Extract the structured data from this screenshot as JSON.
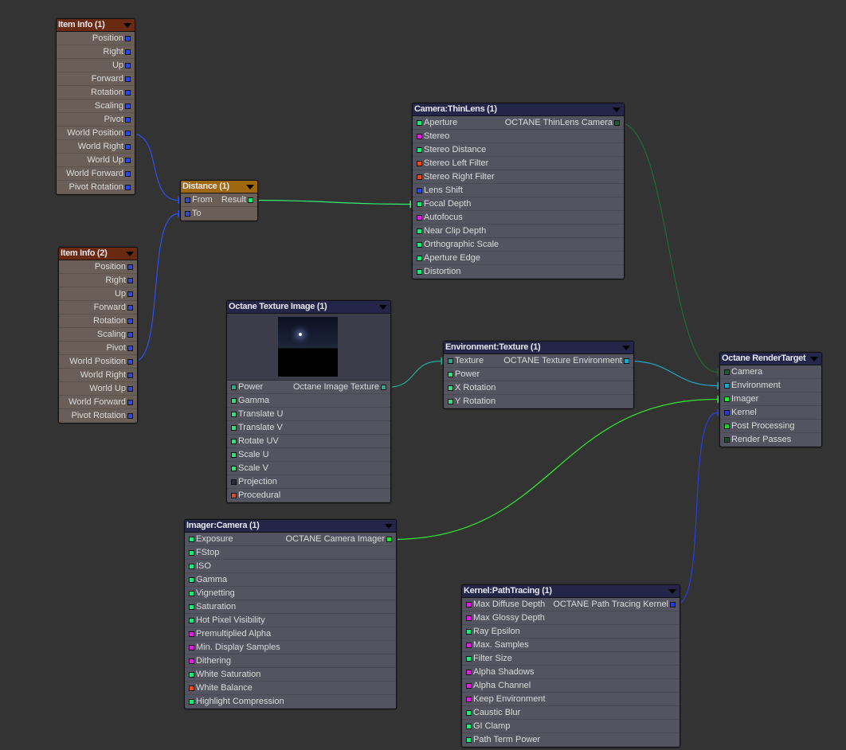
{
  "port_colors": {
    "float": "#22e878",
    "bool": "#e020e0",
    "vector": "#2a4ae8",
    "texture": "#e84a1a",
    "proj": "#2a2a38",
    "tex_teal": "#20b090",
    "env": "#20a8c8",
    "camera": "#1e5a32",
    "imager": "#22e832",
    "kernel": "#2838c8",
    "post": "#22c830",
    "passes": "#1e4a2a"
  },
  "nodes": {
    "item_info_1": {
      "title": "Item Info (1)",
      "theme": "red",
      "align": "right",
      "outputs": [
        {
          "label": "Position",
          "type": "vector"
        },
        {
          "label": "Right",
          "type": "vector"
        },
        {
          "label": "Up",
          "type": "vector"
        },
        {
          "label": "Forward",
          "type": "vector"
        },
        {
          "label": "Rotation",
          "type": "vector"
        },
        {
          "label": "Scaling",
          "type": "vector"
        },
        {
          "label": "Pivot",
          "type": "vector"
        },
        {
          "label": "World Position",
          "type": "vector"
        },
        {
          "label": "World Right",
          "type": "vector"
        },
        {
          "label": "World Up",
          "type": "vector"
        },
        {
          "label": "World Forward",
          "type": "vector"
        },
        {
          "label": "Pivot Rotation",
          "type": "vector"
        }
      ]
    },
    "item_info_2": {
      "title": "Item Info (2)",
      "theme": "red",
      "align": "right",
      "outputs": [
        {
          "label": "Position",
          "type": "vector"
        },
        {
          "label": "Right",
          "type": "vector"
        },
        {
          "label": "Up",
          "type": "vector"
        },
        {
          "label": "Forward",
          "type": "vector"
        },
        {
          "label": "Rotation",
          "type": "vector"
        },
        {
          "label": "Scaling",
          "type": "vector"
        },
        {
          "label": "Pivot",
          "type": "vector"
        },
        {
          "label": "World Position",
          "type": "vector"
        },
        {
          "label": "World Right",
          "type": "vector"
        },
        {
          "label": "World Up",
          "type": "vector"
        },
        {
          "label": "World Forward",
          "type": "vector"
        },
        {
          "label": "Pivot Rotation",
          "type": "vector"
        }
      ]
    },
    "distance": {
      "title": "Distance (1)",
      "theme": "orange",
      "inputs": [
        {
          "label": "From",
          "type": "vector"
        },
        {
          "label": "To",
          "type": "vector"
        }
      ],
      "output": {
        "label": "Result",
        "type": "float"
      }
    },
    "camera": {
      "title": "Camera:ThinLens (1)",
      "theme": "blue",
      "output": {
        "label": "OCTANE ThinLens Camera",
        "type": "camera"
      },
      "inputs": [
        {
          "label": "Aperture",
          "type": "float"
        },
        {
          "label": "Stereo",
          "type": "bool"
        },
        {
          "label": "Stereo Distance",
          "type": "float"
        },
        {
          "label": "Stereo Left Filter",
          "type": "texture"
        },
        {
          "label": "Stereo Right Filter",
          "type": "texture"
        },
        {
          "label": "Lens Shift",
          "type": "vector"
        },
        {
          "label": "Focal Depth",
          "type": "float"
        },
        {
          "label": "Autofocus",
          "type": "bool"
        },
        {
          "label": "Near Clip Depth",
          "type": "float"
        },
        {
          "label": "Orthographic Scale",
          "type": "float"
        },
        {
          "label": "Aperture Edge",
          "type": "float"
        },
        {
          "label": "Distortion",
          "type": "float"
        }
      ]
    },
    "texture_image": {
      "title": "Octane Texture Image (1)",
      "theme": "blue",
      "preview": true,
      "output": {
        "label": "Octane Image Texture",
        "type": "tex_teal"
      },
      "inputs": [
        {
          "label": "Power",
          "type": "tex_teal"
        },
        {
          "label": "Gamma",
          "type": "float"
        },
        {
          "label": "Translate U",
          "type": "float"
        },
        {
          "label": "Translate V",
          "type": "float"
        },
        {
          "label": "Rotate UV",
          "type": "float"
        },
        {
          "label": "Scale U",
          "type": "float"
        },
        {
          "label": "Scale V",
          "type": "float"
        },
        {
          "label": "Projection",
          "type": "proj"
        },
        {
          "label": "Procedural",
          "type": "texture"
        }
      ]
    },
    "environment": {
      "title": "Environment:Texture (1)",
      "theme": "blue",
      "output": {
        "label": "OCTANE Texture Environment",
        "type": "env"
      },
      "inputs": [
        {
          "label": "Texture",
          "type": "tex_teal"
        },
        {
          "label": "Power",
          "type": "float"
        },
        {
          "label": "X Rotation",
          "type": "float"
        },
        {
          "label": "Y Rotation",
          "type": "float"
        }
      ]
    },
    "render_target": {
      "title": "Octane RenderTarget",
      "theme": "blue",
      "inputs": [
        {
          "label": "Camera",
          "type": "camera"
        },
        {
          "label": "Environment",
          "type": "env"
        },
        {
          "label": "Imager",
          "type": "imager"
        },
        {
          "label": "Kernel",
          "type": "kernel"
        },
        {
          "label": "Post Processing",
          "type": "post"
        },
        {
          "label": "Render Passes",
          "type": "passes"
        }
      ]
    },
    "imager": {
      "title": "Imager:Camera (1)",
      "theme": "blue",
      "output": {
        "label": "OCTANE Camera Imager",
        "type": "imager"
      },
      "inputs": [
        {
          "label": "Exposure",
          "type": "float"
        },
        {
          "label": "FStop",
          "type": "float"
        },
        {
          "label": "ISO",
          "type": "float"
        },
        {
          "label": "Gamma",
          "type": "float"
        },
        {
          "label": "Vignetting",
          "type": "float"
        },
        {
          "label": "Saturation",
          "type": "float"
        },
        {
          "label": "Hot Pixel Visibility",
          "type": "float"
        },
        {
          "label": "Premultiplied Alpha",
          "type": "bool"
        },
        {
          "label": "Min. Display Samples",
          "type": "bool"
        },
        {
          "label": "Dithering",
          "type": "bool"
        },
        {
          "label": "White Saturation",
          "type": "float"
        },
        {
          "label": "White Balance",
          "type": "texture"
        },
        {
          "label": "Highlight Compression",
          "type": "float"
        }
      ]
    },
    "kernel": {
      "title": "Kernel:PathTracing (1)",
      "theme": "blue",
      "output": {
        "label": "OCTANE Path Tracing Kernel",
        "type": "kernel"
      },
      "inputs": [
        {
          "label": "Max Diffuse Depth",
          "type": "bool"
        },
        {
          "label": "Max Glossy Depth",
          "type": "bool"
        },
        {
          "label": "Ray Epsilon",
          "type": "float"
        },
        {
          "label": "Max. Samples",
          "type": "bool"
        },
        {
          "label": "Filter Size",
          "type": "float"
        },
        {
          "label": "Alpha Shadows",
          "type": "bool"
        },
        {
          "label": "Alpha Channel",
          "type": "bool"
        },
        {
          "label": "Keep Environment",
          "type": "bool"
        },
        {
          "label": "Caustic Blur",
          "type": "float"
        },
        {
          "label": "GI Clamp",
          "type": "float"
        },
        {
          "label": "Path Term Power",
          "type": "float"
        }
      ]
    }
  },
  "links": [
    {
      "from": "item_info_1.out.7",
      "to": "distance.in.0",
      "color": "#3050f0"
    },
    {
      "from": "item_info_2.out.7",
      "to": "distance.in.1",
      "color": "#3050f0"
    },
    {
      "from": "distance.out.0",
      "to": "camera.in.6",
      "color": "#30f070"
    },
    {
      "from": "texture_image.out.0",
      "to": "environment.in.0",
      "color": "#20b090"
    },
    {
      "from": "camera.out.0",
      "to": "render_target.in.0",
      "color": "#1e6a36"
    },
    {
      "from": "environment.out.0",
      "to": "render_target.in.1",
      "color": "#20a8c8"
    },
    {
      "from": "imager.out.0",
      "to": "render_target.in.2",
      "color": "#30f030"
    },
    {
      "from": "kernel.out.0",
      "to": "render_target.in.3",
      "color": "#2840e0"
    }
  ]
}
